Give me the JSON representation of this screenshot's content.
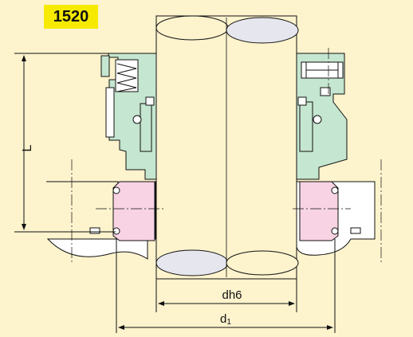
{
  "drawing": {
    "model_code": "1520",
    "dimensions": {
      "length_label": "L",
      "shaft_diameter_label": "dh6",
      "outer_diameter_label_main": "d",
      "outer_diameter_label_sub": "1"
    }
  },
  "colors": {
    "background": "#fdf3cd",
    "badge": "#f6ea02",
    "housing_fill": "#c5e6d0",
    "seat_fill": "#f7d3e3",
    "shaft_end_fill": "#e6e6ee",
    "line": "#111111"
  }
}
